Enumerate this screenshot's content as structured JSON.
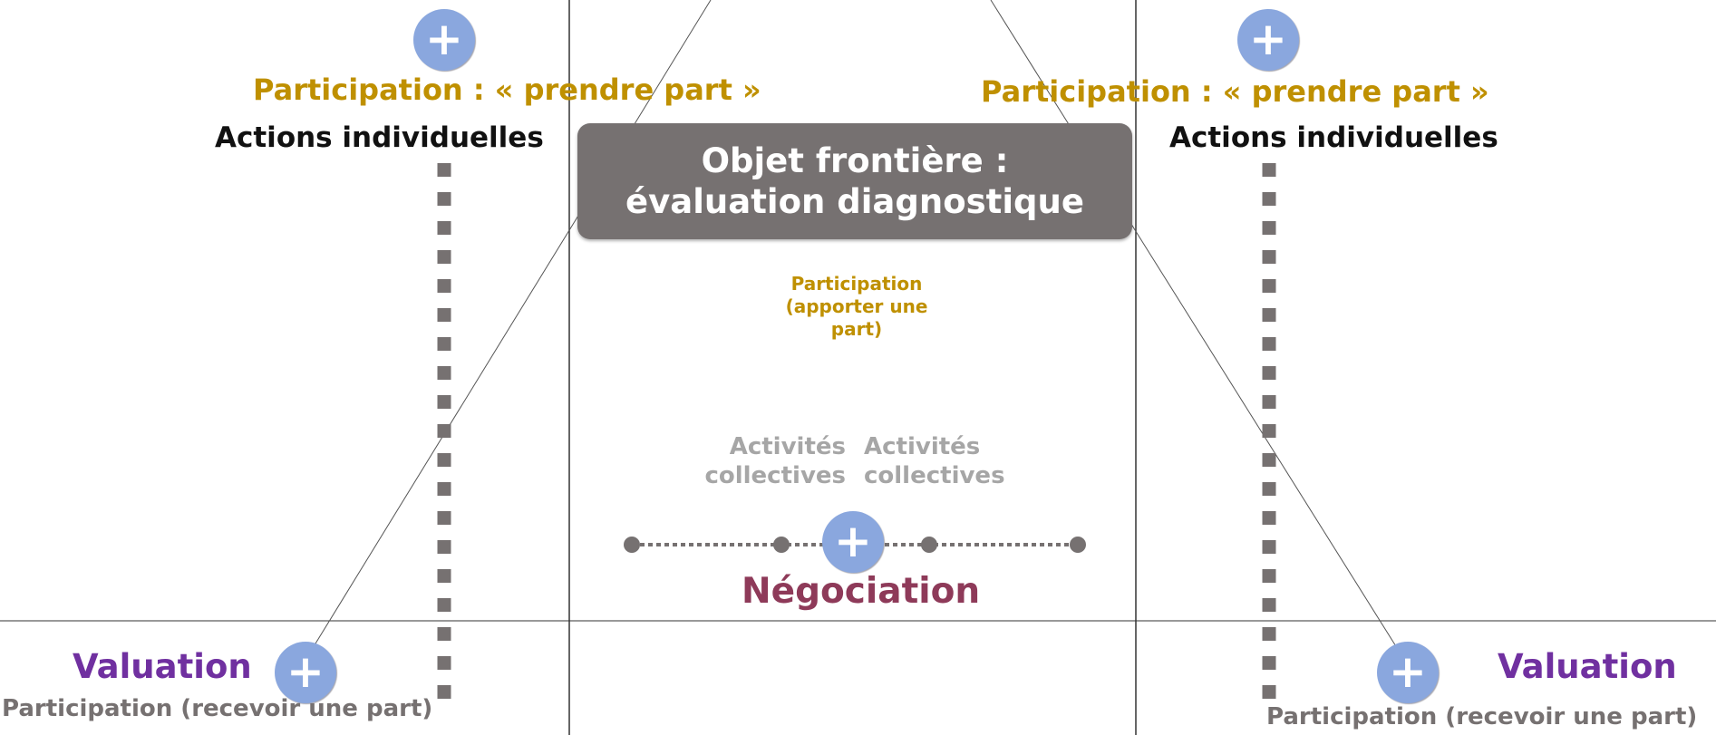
{
  "colors": {
    "gold": "#bf9000",
    "purple": "#7030a0",
    "gray": "#767171",
    "plus_circle": "#8aa7de",
    "negotiation": "#8e3a59",
    "light_gray": "#a6a6a6"
  },
  "icons": {
    "plus": "+"
  },
  "left": {
    "participation_prendre": "Participation : « prendre part »",
    "actions": "Actions individuelles",
    "valuation": "Valuation",
    "participation_recevoir": "Participation (recevoir une part)"
  },
  "right": {
    "participation_prendre": "Participation : « prendre part »",
    "actions": "Actions individuelles",
    "valuation": "Valuation",
    "participation_recevoir": "Participation (recevoir une part)"
  },
  "center": {
    "objet_line1": "Objet frontière :",
    "objet_line2": "évaluation diagnostique",
    "apporter_line1": "Participation",
    "apporter_line2": "(apporter une",
    "apporter_line3": "part)",
    "activites_left_1": "Activités",
    "activites_left_2": "collectives",
    "activites_right_1": "Activités",
    "activites_right_2": "collectives",
    "negociation": "Négociation"
  }
}
